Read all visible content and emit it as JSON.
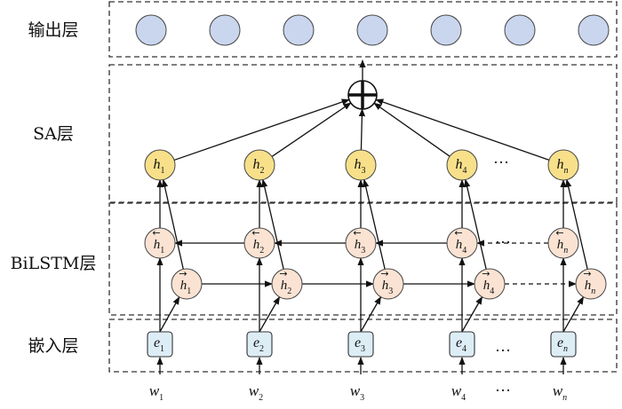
{
  "layers": {
    "output": "输出层",
    "sa": "SA层",
    "bilstm": "BiLSTM层",
    "embedding": "嵌入层"
  },
  "ellipsis": "…",
  "inputs": [
    {
      "base": "w",
      "sub": "1"
    },
    {
      "base": "w",
      "sub": "2"
    },
    {
      "base": "w",
      "sub": "3"
    },
    {
      "base": "w",
      "sub": "4"
    },
    {
      "base": "w",
      "sub": "n"
    }
  ],
  "embeddings": [
    {
      "base": "e",
      "sub": "1"
    },
    {
      "base": "e",
      "sub": "2"
    },
    {
      "base": "e",
      "sub": "3"
    },
    {
      "base": "e",
      "sub": "4"
    },
    {
      "base": "e",
      "sub": "n"
    }
  ],
  "forward_states": [
    {
      "base": "h",
      "sub": "1",
      "arrow": "→"
    },
    {
      "base": "h",
      "sub": "2",
      "arrow": "→"
    },
    {
      "base": "h",
      "sub": "3",
      "arrow": "→"
    },
    {
      "base": "h",
      "sub": "4",
      "arrow": "→"
    },
    {
      "base": "h",
      "sub": "n",
      "arrow": "→"
    }
  ],
  "backward_states": [
    {
      "base": "h",
      "sub": "1",
      "arrow": "←"
    },
    {
      "base": "h",
      "sub": "2",
      "arrow": "←"
    },
    {
      "base": "h",
      "sub": "3",
      "arrow": "←"
    },
    {
      "base": "h",
      "sub": "4",
      "arrow": "←"
    },
    {
      "base": "h",
      "sub": "n",
      "arrow": "←"
    }
  ],
  "sa_states": [
    {
      "base": "h",
      "sub": "1"
    },
    {
      "base": "h",
      "sub": "2"
    },
    {
      "base": "h",
      "sub": "3"
    },
    {
      "base": "h",
      "sub": "4"
    },
    {
      "base": "h",
      "sub": "n"
    }
  ],
  "output_node_count": 7,
  "combine_symbol": "+",
  "colors": {
    "output_node": "#c9d6ee",
    "sa_node": "#f8e08a",
    "lstm_node": "#fbe3d3",
    "embed_box": "#dcedf6",
    "line": "#111111"
  }
}
